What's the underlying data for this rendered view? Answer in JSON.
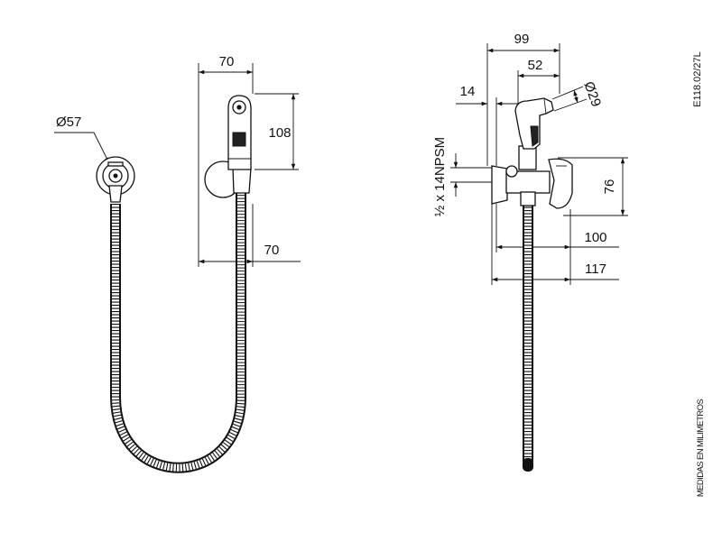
{
  "drawing": {
    "code": "E118.02/27L",
    "units_note": "MEDIDAS EN MILIMETROS"
  },
  "front_view": {
    "valve_diameter": "Ø57",
    "width_top": "70",
    "shower_height": "108",
    "width_bottom": "70"
  },
  "side_view": {
    "overall_depth": "99",
    "head_depth": "52",
    "offset": "14",
    "nozzle_diameter": "Ø29",
    "thread": "½ x 14NPSM",
    "valve_height": "76",
    "depth_100": "100",
    "depth_117": "117"
  }
}
